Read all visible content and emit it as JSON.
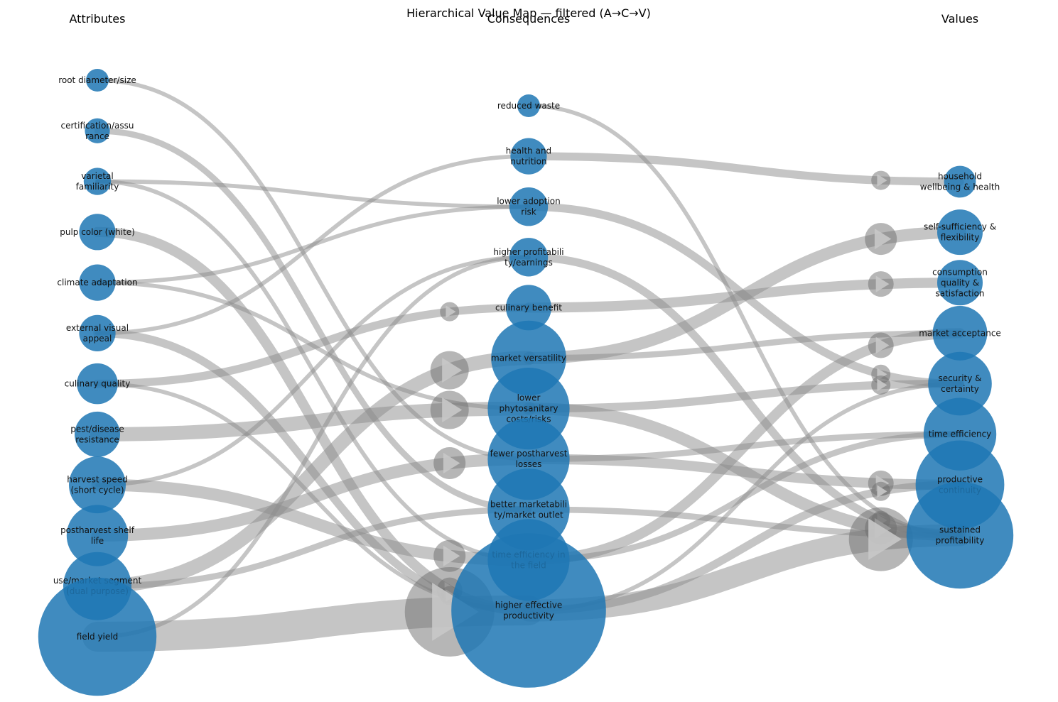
{
  "title": "Hierarchical Value Map — filtered (A→C→V)",
  "columns": [
    "Attributes",
    "Consequences",
    "Values"
  ],
  "colors": {
    "node": "#1f77b4",
    "edge": "#8c8c8c"
  },
  "attributes": [
    {
      "id": "a1",
      "lines": [
        "root diameter/size"
      ],
      "w": 1
    },
    {
      "id": "a2",
      "lines": [
        "certification/assu",
        "rance"
      ],
      "w": 1.1
    },
    {
      "id": "a3",
      "lines": [
        "varietal",
        "familiarity"
      ],
      "w": 1.2
    },
    {
      "id": "a4",
      "lines": [
        "pulp color (white)"
      ],
      "w": 1.6
    },
    {
      "id": "a5",
      "lines": [
        "climate adaptation"
      ],
      "w": 1.6
    },
    {
      "id": "a6",
      "lines": [
        "external visual",
        "appeal"
      ],
      "w": 1.6
    },
    {
      "id": "a7",
      "lines": [
        "culinary quality"
      ],
      "w": 1.8
    },
    {
      "id": "a8",
      "lines": [
        "pest/disease",
        "resistance"
      ],
      "w": 2
    },
    {
      "id": "a9",
      "lines": [
        "harvest speed",
        "(short cycle)"
      ],
      "w": 2.5
    },
    {
      "id": "a10",
      "lines": [
        "postharvest shelf",
        "life"
      ],
      "w": 2.7
    },
    {
      "id": "a11",
      "lines": [
        "use/market segment",
        "(dual purpose)"
      ],
      "w": 3
    },
    {
      "id": "a12",
      "lines": [
        "field yield"
      ],
      "w": 5.2
    }
  ],
  "consequences": [
    {
      "id": "c1",
      "lines": [
        "reduced waste"
      ],
      "w": 1
    },
    {
      "id": "c2",
      "lines": [
        "health and",
        "nutrition"
      ],
      "w": 1.6
    },
    {
      "id": "c3",
      "lines": [
        "lower adoption",
        "risk"
      ],
      "w": 1.7
    },
    {
      "id": "c4",
      "lines": [
        "higher profitabili",
        "ty/earnings"
      ],
      "w": 1.7
    },
    {
      "id": "c5",
      "lines": [
        "culinary benefit"
      ],
      "w": 2
    },
    {
      "id": "c6",
      "lines": [
        "market versatility"
      ],
      "w": 3.3
    },
    {
      "id": "c7",
      "lines": [
        "lower",
        "phytosanitary",
        "costs/risks"
      ],
      "w": 3.6
    },
    {
      "id": "c8",
      "lines": [
        "fewer postharvest",
        "losses"
      ],
      "w": 3.6
    },
    {
      "id": "c9",
      "lines": [
        "better marketabili",
        "ty/market outlet"
      ],
      "w": 3.6
    },
    {
      "id": "c10",
      "lines": [
        "time efficiency in",
        "the field"
      ],
      "w": 3.6
    },
    {
      "id": "c11",
      "lines": [
        "higher effective",
        "productivity"
      ],
      "w": 6.8
    }
  ],
  "values": [
    {
      "id": "v1",
      "lines": [
        "household",
        "wellbeing & health"
      ],
      "w": 1.4
    },
    {
      "id": "v2",
      "lines": [
        "self-sufficiency &",
        "flexibility"
      ],
      "w": 2
    },
    {
      "id": "v3",
      "lines": [
        "consumption",
        "quality &",
        "satisfaction"
      ],
      "w": 2
    },
    {
      "id": "v4",
      "lines": [
        "market acceptance"
      ],
      "w": 2.4
    },
    {
      "id": "v5",
      "lines": [
        "security &",
        "certainty"
      ],
      "w": 2.8
    },
    {
      "id": "v6",
      "lines": [
        "time efficiency"
      ],
      "w": 3.2
    },
    {
      "id": "v7",
      "lines": [
        "productive",
        "continuity"
      ],
      "w": 3.9
    },
    {
      "id": "v8",
      "lines": [
        "sustained",
        "profitability"
      ],
      "w": 4.7
    }
  ],
  "edges": [
    {
      "from": "a1",
      "to": "c8",
      "w": 1
    },
    {
      "from": "a2",
      "to": "c9",
      "w": 2
    },
    {
      "from": "a3",
      "to": "c3",
      "w": 1
    },
    {
      "from": "a3",
      "to": "c10",
      "w": 1
    },
    {
      "from": "a4",
      "to": "c11",
      "w": 4
    },
    {
      "from": "a5",
      "to": "c3",
      "w": 1
    },
    {
      "from": "a5",
      "to": "c7",
      "w": 1
    },
    {
      "from": "a6",
      "to": "c11",
      "w": 3
    },
    {
      "from": "a6",
      "to": "c2",
      "w": 1
    },
    {
      "from": "a7",
      "to": "c5",
      "w": 3
    },
    {
      "from": "a7",
      "to": "c11",
      "w": 1
    },
    {
      "from": "a8",
      "to": "c7",
      "w": 6
    },
    {
      "from": "a9",
      "to": "c4",
      "w": 1
    },
    {
      "from": "a9",
      "to": "c10",
      "w": 5
    },
    {
      "from": "a10",
      "to": "c8",
      "w": 5
    },
    {
      "from": "a11",
      "to": "c6",
      "w": 6
    },
    {
      "from": "a11",
      "to": "c9",
      "w": 2
    },
    {
      "from": "a12",
      "to": "c11",
      "w": 14
    },
    {
      "from": "a12",
      "to": "c4",
      "w": 1
    },
    {
      "from": "c1",
      "to": "v8",
      "w": 1
    },
    {
      "from": "c2",
      "to": "v1",
      "w": 3
    },
    {
      "from": "c3",
      "to": "v5",
      "w": 3
    },
    {
      "from": "c4",
      "to": "v8",
      "w": 3
    },
    {
      "from": "c5",
      "to": "v3",
      "w": 4
    },
    {
      "from": "c6",
      "to": "v2",
      "w": 5
    },
    {
      "from": "c6",
      "to": "v4",
      "w": 2
    },
    {
      "from": "c7",
      "to": "v5",
      "w": 3
    },
    {
      "from": "c7",
      "to": "v8",
      "w": 5
    },
    {
      "from": "c8",
      "to": "v7",
      "w": 4
    },
    {
      "from": "c8",
      "to": "v6",
      "w": 2
    },
    {
      "from": "c9",
      "to": "v8",
      "w": 2
    },
    {
      "from": "c10",
      "to": "v6",
      "w": 2
    },
    {
      "from": "c10",
      "to": "v4",
      "w": 4
    },
    {
      "from": "c11",
      "to": "v8",
      "w": 10
    },
    {
      "from": "c11",
      "to": "v7",
      "w": 3
    },
    {
      "from": "c11",
      "to": "v5",
      "w": 1
    }
  ]
}
